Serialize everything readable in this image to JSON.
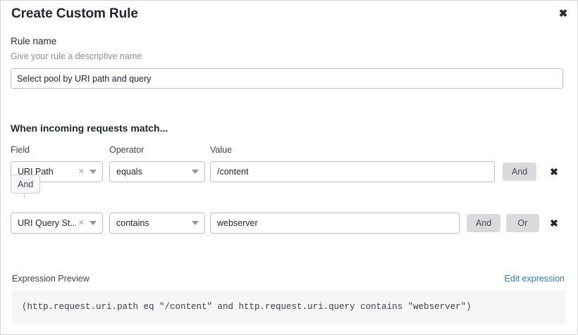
{
  "modal": {
    "title": "Create Custom Rule",
    "close_icon": "close-icon"
  },
  "rule_name": {
    "label": "Rule name",
    "help": "Give your rule a descriptive name",
    "value": "Select pool by URI path and query",
    "placeholder": "Enter rule name"
  },
  "match_section": {
    "heading": "When incoming requests match...",
    "columns": {
      "field": "Field",
      "operator": "Operator",
      "value": "Value"
    },
    "connector": {
      "label": "And"
    },
    "rows": [
      {
        "field": "URI Path",
        "field_clear_icon": "clear-icon",
        "field_caret_icon": "chevron-down-icon",
        "operator": "equals",
        "operator_caret_icon": "chevron-down-icon",
        "value": "/content",
        "value_placeholder": "Enter value",
        "and_label": "And",
        "delete_icon": "close-icon"
      },
      {
        "field": "URI Query St...",
        "field_clear_icon": "clear-icon",
        "field_caret_icon": "chevron-down-icon",
        "operator": "contains",
        "operator_caret_icon": "chevron-down-icon",
        "value": "webserver",
        "value_placeholder": "Enter value",
        "and_label": "And",
        "or_label": "Or",
        "delete_icon": "close-icon"
      }
    ]
  },
  "expression_preview": {
    "label": "Expression Preview",
    "edit_link": "Edit expression",
    "code": "(http.request.uri.path eq \"/content\" and http.request.uri.query contains \"webserver\")"
  },
  "colors": {
    "link": "#2d7fb0",
    "logic_button_bg": "#d9dadb",
    "code_bg": "#f6f6f7",
    "border": "#b9bfc4"
  }
}
